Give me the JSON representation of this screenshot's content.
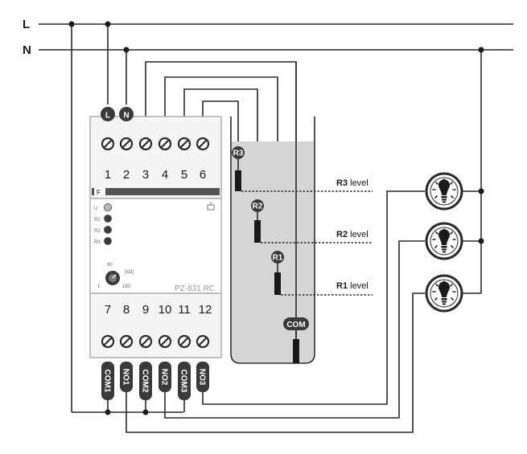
{
  "lines": {
    "live": "L",
    "neutral": "N"
  },
  "supply_badges": {
    "live": "L",
    "neutral": "N"
  },
  "device": {
    "top_terminals": [
      "1",
      "2",
      "3",
      "4",
      "5",
      "6"
    ],
    "bottom_terminals": [
      "7",
      "8",
      "9",
      "10",
      "11",
      "12"
    ],
    "model": "PZ-831 RC",
    "indicators": [
      "U",
      "R1",
      "R2",
      "R3"
    ],
    "dial_unit": "[kΩ]",
    "dial_min": "1",
    "dial_mid": "90",
    "dial_max": "180",
    "output_labels": [
      "COM1",
      "NO1",
      "COM2",
      "NO2",
      "COM3",
      "NO3"
    ]
  },
  "tank": {
    "probes": [
      "R3",
      "R2",
      "R1",
      "COM"
    ],
    "levels": [
      {
        "code": "R3",
        "word": "level"
      },
      {
        "code": "R2",
        "word": "level"
      },
      {
        "code": "R1",
        "word": "level"
      }
    ]
  },
  "lamps": [
    "lamp-1",
    "lamp-2",
    "lamp-3"
  ]
}
